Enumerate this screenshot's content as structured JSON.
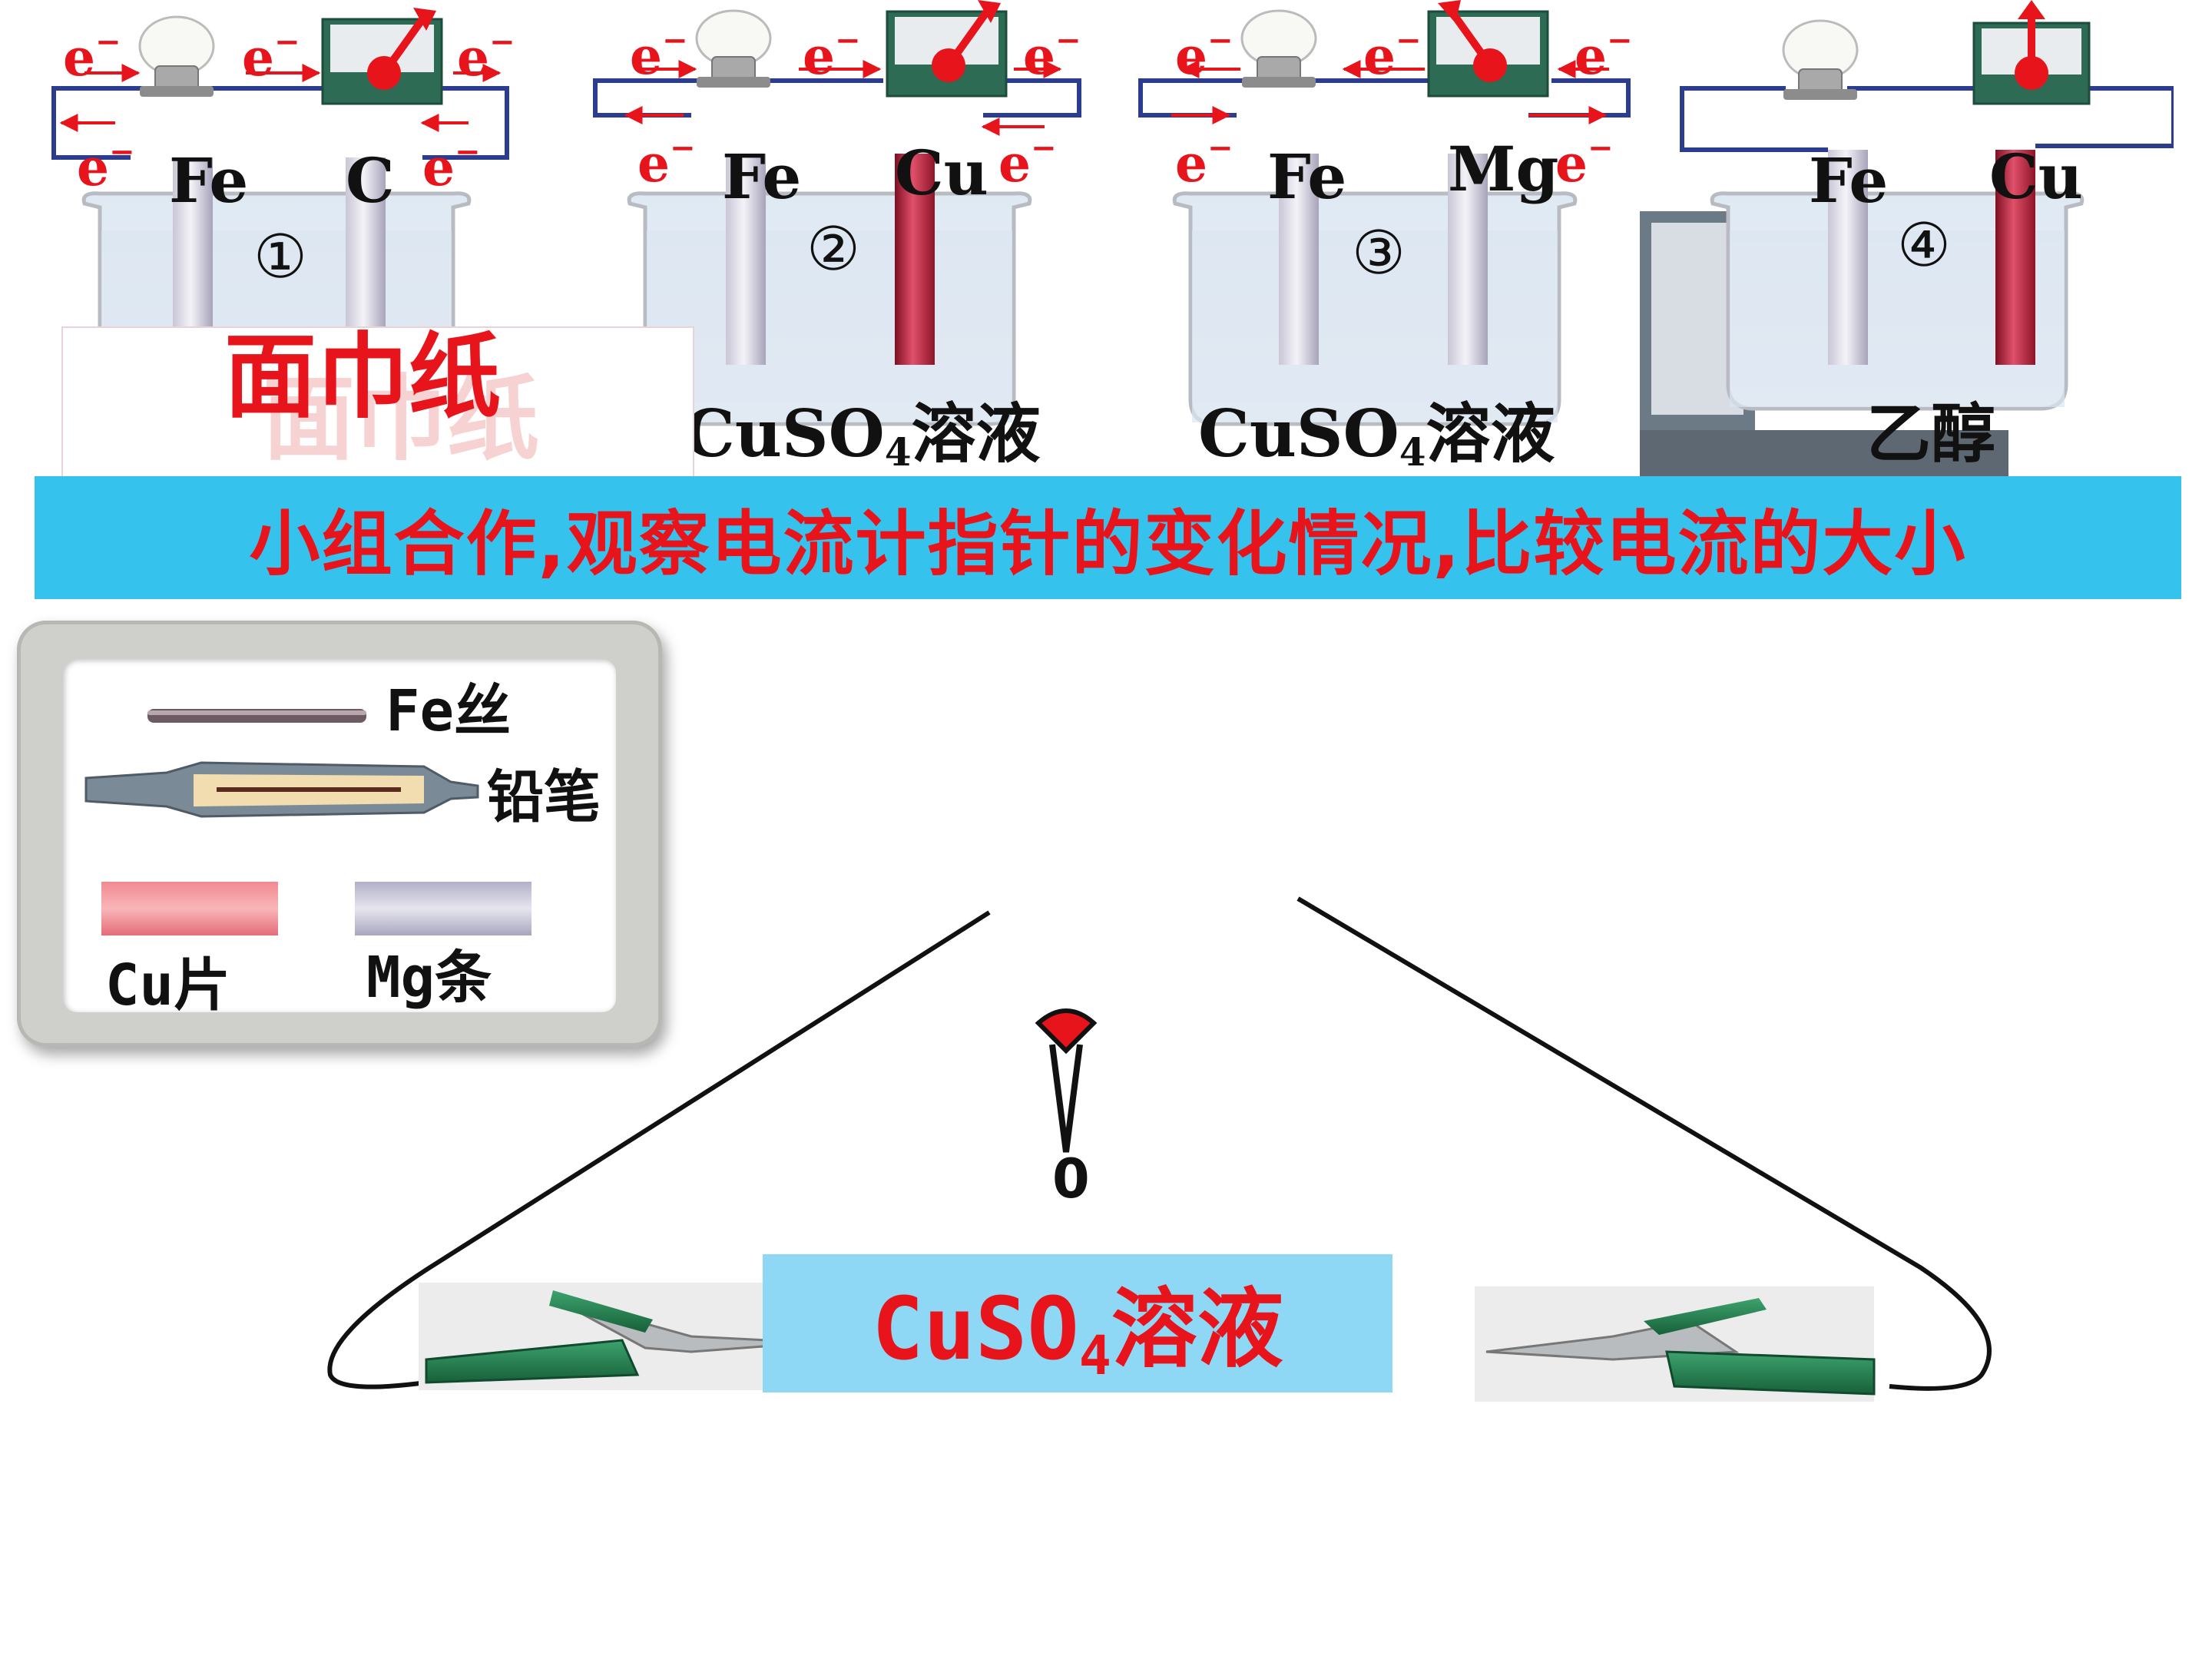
{
  "cells": [
    {
      "electrode_left": "Fe",
      "electrode_right": "C",
      "number": "①",
      "solution_main": "",
      "solution_sub": "",
      "solution_tail": "",
      "electron_symbol": "e",
      "electron_charge": "−",
      "meter_needle": "right"
    },
    {
      "electrode_left": "Fe",
      "electrode_right": "Cu",
      "number": "②",
      "solution_main": "CuSO",
      "solution_sub": "4",
      "solution_tail": "溶液",
      "electron_symbol": "e",
      "electron_charge": "−",
      "meter_needle": "right"
    },
    {
      "electrode_left": "Fe",
      "electrode_right": "Mg",
      "number": "③",
      "solution_main": "CuSO",
      "solution_sub": "4",
      "solution_tail": "溶液",
      "electron_symbol": "e",
      "electron_charge": "−",
      "meter_needle": "left"
    },
    {
      "electrode_left": "Fe",
      "electrode_right": "Cu",
      "number": "④",
      "solution_main": "乙醇",
      "solution_sub": "",
      "solution_tail": "",
      "meter_needle": "center"
    }
  ],
  "napkin": {
    "label": "面巾纸"
  },
  "banner": {
    "text": "小组合作,观察电流计指针的变化情况,比较电流的大小"
  },
  "materials": {
    "fe_wire": "Fe丝",
    "pencil": "铅笔",
    "cu_sheet": "Cu片",
    "mg_strip": "Mg条"
  },
  "bottom": {
    "meter_zero": "0",
    "solution_main": "CuSO",
    "solution_sub": "4",
    "solution_tail": "溶液"
  },
  "colors": {
    "accent_red": "#e8141c",
    "banner_blue": "#35c2ec",
    "solution_box": "#8ed8f5",
    "clip_green": "#1f7a4c",
    "copper": "#b8213a",
    "iron": "#b9b6c8"
  }
}
